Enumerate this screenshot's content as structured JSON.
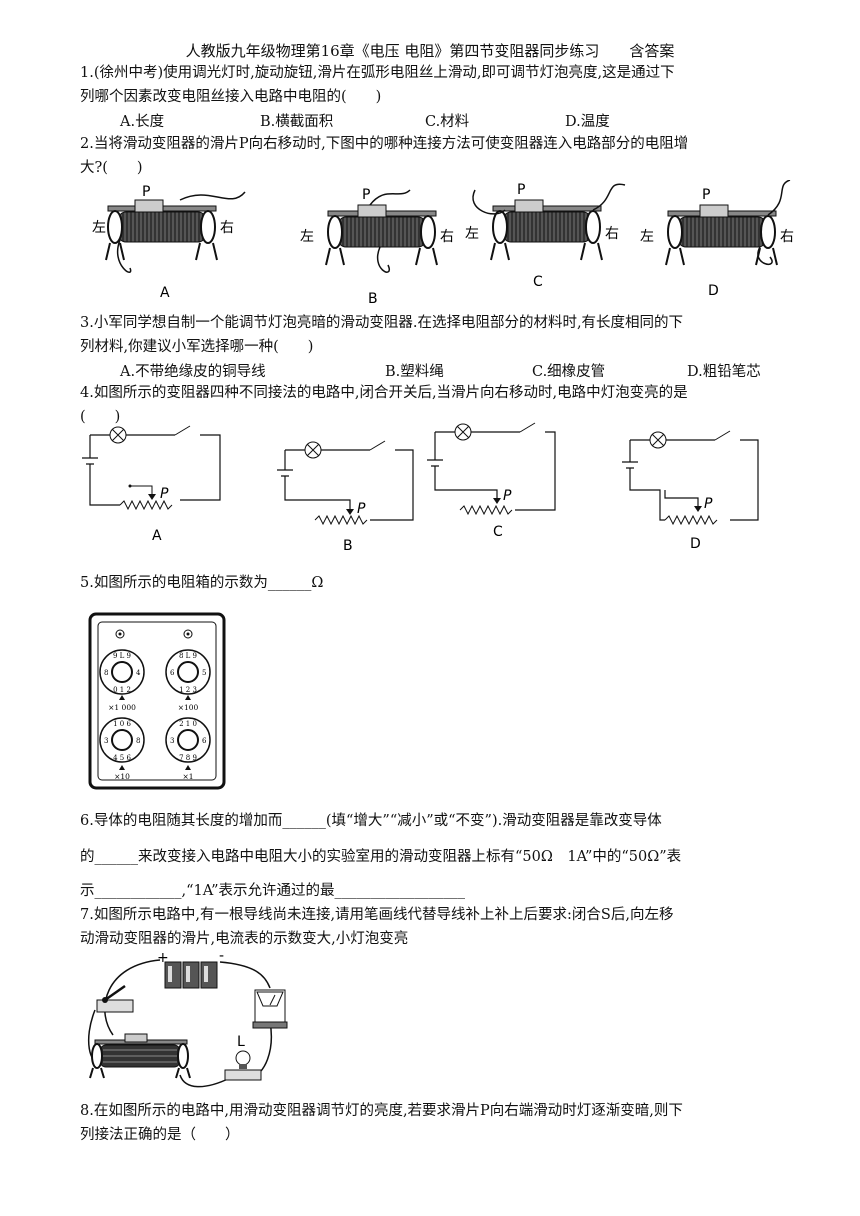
{
  "title": "人教版九年级物理第16章《电压 电阻》第四节变阻器同步练习　　含答案",
  "questions": {
    "q1": {
      "line1": "1.(徐州中考)使用调光灯时,旋动旋钮,滑片在弧形电阻丝上滑动,即可调节灯泡亮度,这是通过下",
      "line2": "列哪个因素改变电阻丝接入电路中电阻的(　　)",
      "options": [
        "A.长度",
        "B.横截面积",
        "C.材料",
        "D.温度"
      ]
    },
    "q2": {
      "line1": "2.当将滑动变阻器的滑片P向右移动时,下图中的哪种连接方法可使变阻器连入电路部分的电阻增",
      "line2": "大?(　　)",
      "figure_labels": [
        "A",
        "B",
        "C",
        "D"
      ],
      "left_label": "左",
      "right_label": "右",
      "slider_label": "P"
    },
    "q3": {
      "line1": "3.小军同学想自制一个能调节灯泡亮暗的滑动变阻器.在选择电阻部分的材料时,有长度相同的下",
      "line2": "列材料,你建议小军选择哪一种(　　)",
      "options": [
        "A.不带绝缘皮的铜导线",
        "B.塑料绳",
        "C.细橡皮管",
        "D.粗铅笔芯"
      ]
    },
    "q4": {
      "line1": "4.如图所示的变阻器四种不同接法的电路中,闭合开关后,当滑片向右移动时,电路中灯泡变亮的是",
      "line2": "(　　)",
      "figure_labels": [
        "A",
        "B",
        "C",
        "D"
      ],
      "slider_label": "P"
    },
    "q5": {
      "line1": "5.如图所示的电阻箱的示数为______Ω",
      "dial_labels": [
        "×1 000",
        "×100",
        "×10",
        "×1"
      ]
    },
    "q6": {
      "line1": "6.导体的电阻随其长度的增加而______(填“增大”“减小”或“不变”).滑动变阻器是靠改变导体",
      "line2": "的______来改变接入电路中电阻大小的实验室用的滑动变阻器上标有“50Ω　1A”中的“50Ω”表",
      "line3": "示____________,“1A”表示允许通过的最__________________"
    },
    "q7": {
      "line1": "7.如图所示电路中,有一根导线尚未连接,请用笔画线代替导线补上补上后要求:闭合S后,向左移",
      "line2": "动滑动变阻器的滑片,电流表的示数变大,小灯泡变亮",
      "plus": "+",
      "minus": "-",
      "lamp_label": "L"
    },
    "q8": {
      "line1": "8.在如图所示的电路中,用滑动变阻器调节灯的亮度,若要求滑片P向右端滑动时灯逐渐变暗,则下",
      "line2": "列接法正确的是（　　）"
    }
  }
}
